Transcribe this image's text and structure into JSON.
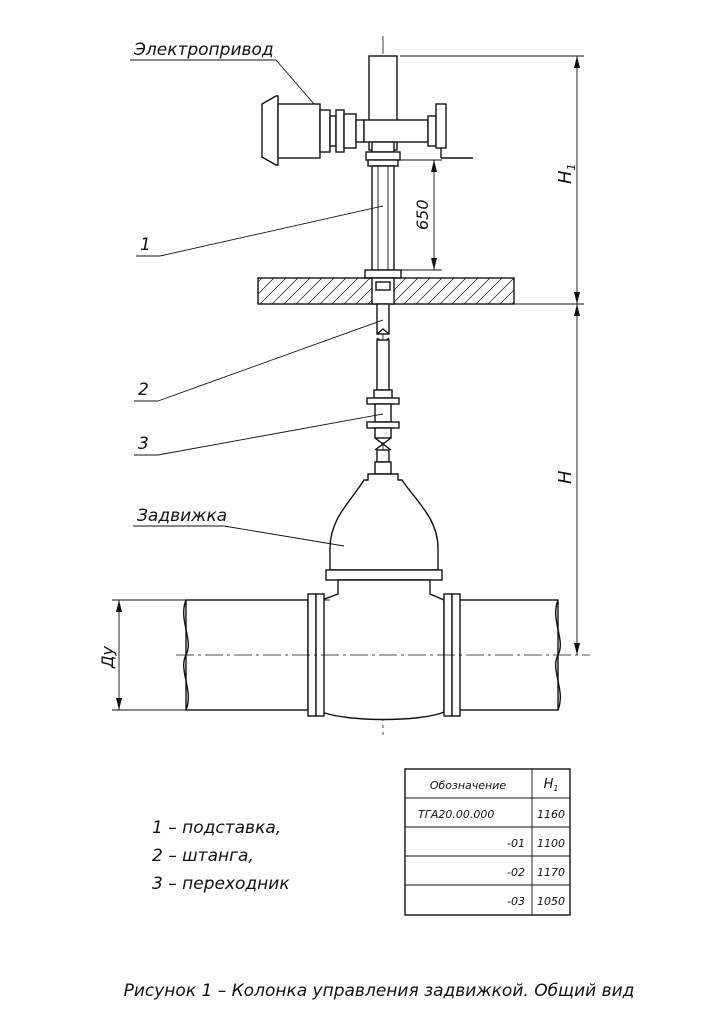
{
  "labels": {
    "electric_drive": "Электропривод",
    "part1": "1",
    "part2": "2",
    "part3": "3",
    "gate_valve": "Задвижка",
    "dim_650": "650",
    "dim_h1": "H",
    "dim_h1_sub": "1",
    "dim_h": "H",
    "dim_du": "Ду"
  },
  "legend": [
    "1 – подставка,",
    "2 – штанга,",
    "3 – переходник"
  ],
  "table": {
    "headers": [
      "Обозначение",
      "H",
      "1"
    ],
    "rows": [
      [
        "ТГА20.00.000",
        "1160"
      ],
      [
        "-01",
        "1100"
      ],
      [
        "-02",
        "1170"
      ],
      [
        "-03",
        "1050"
      ]
    ]
  },
  "caption": "Рисунок 1 – Колонка управления задвижкой. Общий вид"
}
